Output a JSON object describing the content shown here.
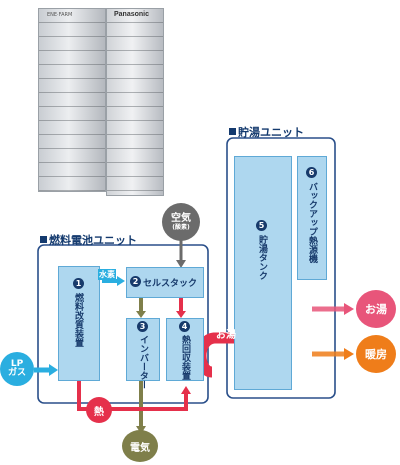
{
  "product": {
    "brand_left": "ENE·FARM",
    "brand_right": "Panasonic"
  },
  "fuel_cell_unit": {
    "label": "燃料電池ユニット",
    "reformer": {
      "num": "1",
      "name": "燃料改質装置"
    },
    "stack": {
      "num": "2",
      "name": "セルスタック"
    },
    "inverter": {
      "num": "3",
      "name": "インバーター"
    },
    "heat_recovery": {
      "num": "4",
      "name": "熱回収装置"
    }
  },
  "storage_unit": {
    "label": "貯湯ユニット",
    "tank": {
      "num": "5",
      "name": "貯湯タンク"
    },
    "backup": {
      "num": "6",
      "name": "バックアップ熱源機"
    }
  },
  "flows": {
    "hydrogen": "水素",
    "air": "空気",
    "air_sub": "(酸素)",
    "lp_gas_line1": "LP",
    "lp_gas_line2": "ガス",
    "heat": "熱",
    "electricity": "電気",
    "hot_water_flow": "お湯",
    "hot_water_out": "お湯",
    "heating_out": "暖房"
  },
  "colors": {
    "navy": "#173a6b",
    "unit_fill": "#aed7ef",
    "unit_border": "#5fa9d6",
    "hot_red": "#e5304b",
    "heat_pink": "#e8557a",
    "heating_orange": "#ef7d1a",
    "elec_olive": "#7f7f4a",
    "air_gray": "#6b6b6b",
    "lp_cyan": "#2aaee0"
  }
}
